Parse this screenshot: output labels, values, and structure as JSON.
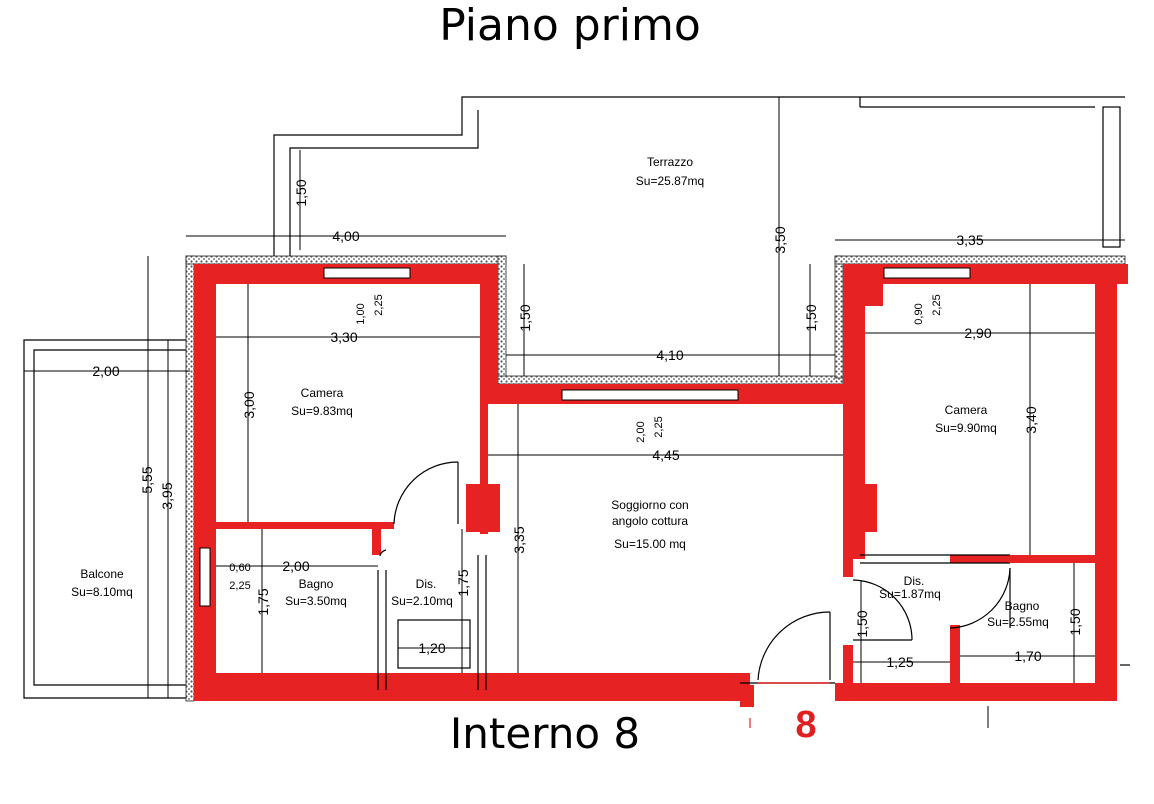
{
  "title": "Piano primo",
  "subtitle": "Interno 8",
  "unit_number": "8",
  "colors": {
    "wall": "#e62222",
    "line": "#000000",
    "hatch": "#555555"
  },
  "rooms": [
    {
      "name": "Terrazzo",
      "area": "Su=25.87mq"
    },
    {
      "name": "Camera",
      "area": "Su=9.83mq"
    },
    {
      "name": "Camera",
      "area": "Su=9.90mq"
    },
    {
      "name": "Balcone",
      "area": "Su=8.10mq"
    },
    {
      "name": "Bagno",
      "area": "Su=3.50mq"
    },
    {
      "name": "Dis.",
      "area": "Su=2.10mq"
    },
    {
      "name": "Soggiorno con",
      "name2": "angolo cottura",
      "area": "Su=15.00 mq"
    },
    {
      "name": "Dis.",
      "area": "Su=1.87mq"
    },
    {
      "name": "Bagno",
      "area": "Su=2.55mq"
    }
  ],
  "dimensions": {
    "terr_h": "1,50",
    "terr_w": "4,00",
    "terr_depth": "3,50",
    "terr_right_w": "3,35",
    "cam1_w": "3,30",
    "cam1_h": "3,00",
    "win1_a": "1,00",
    "win1_b": "2,25",
    "notch_l": "1,50",
    "notch_w": "4,10",
    "notch_r": "1,50",
    "win2_a": "0,90",
    "win2_b": "2,25",
    "cam2_w": "2,90",
    "cam2_h": "3,40",
    "liv_w": "4,45",
    "liv_h": "3,35",
    "win3_a": "2,00",
    "win3_b": "2,25",
    "balc_w": "2,00",
    "balc_h1": "5,55",
    "balc_h2": "3,95",
    "bath1_w": "2,00",
    "bath1_h": "1,75",
    "win4_a": "0,60",
    "win4_b": "2,25",
    "dis1_h": "1,75",
    "dis1_w": "1,20",
    "dis2_h": "1,50",
    "dis2_w": "1,25",
    "bath2_w": "1,70",
    "bath2_h": "1,50"
  }
}
